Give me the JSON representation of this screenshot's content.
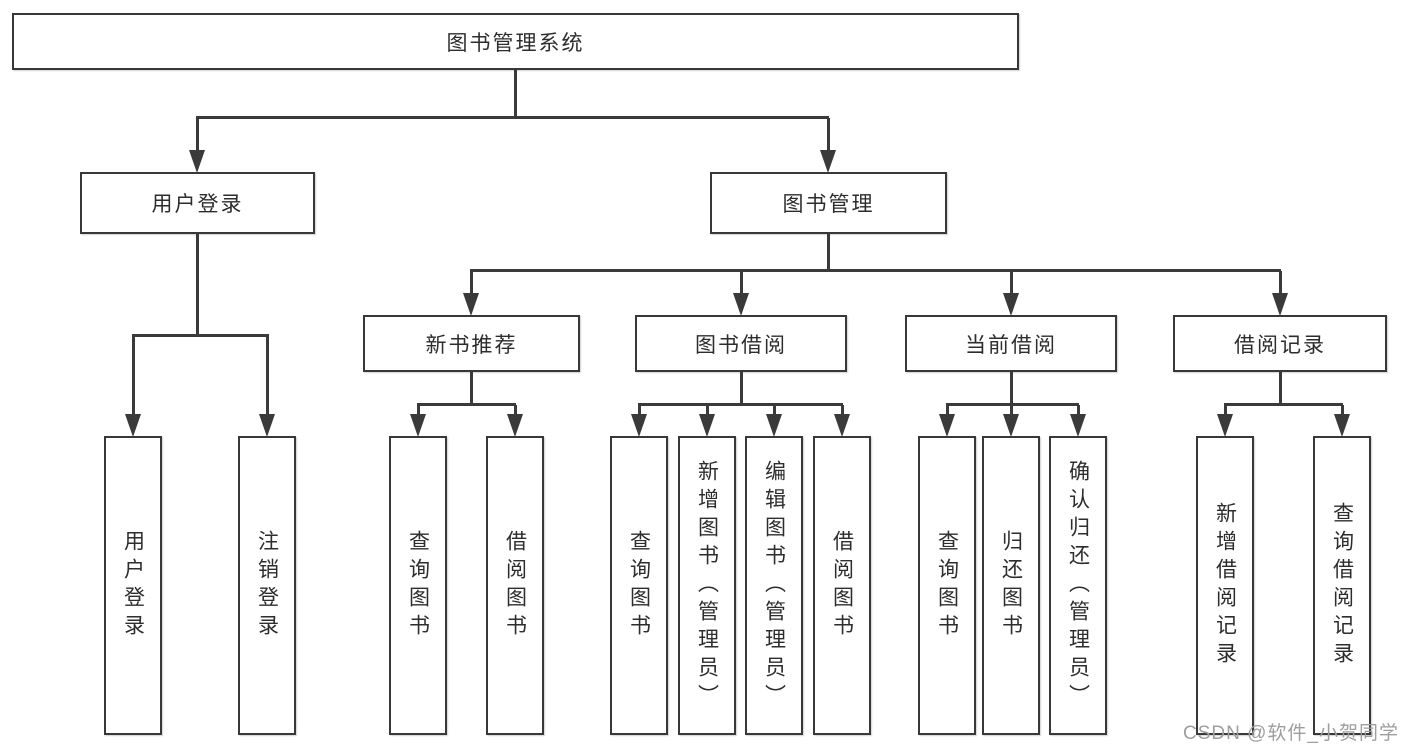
{
  "colors": {
    "line": "#3a3a3a",
    "box_border": "#383838",
    "text": "#2d2d2d",
    "background": "#ffffff",
    "watermark": "#9e9e9e"
  },
  "root": {
    "label": "图书管理系统"
  },
  "level2": [
    {
      "label": "用户登录"
    },
    {
      "label": "图书管理"
    }
  ],
  "level3": [
    {
      "label": "新书推荐"
    },
    {
      "label": "图书借阅"
    },
    {
      "label": "当前借阅"
    },
    {
      "label": "借阅记录"
    }
  ],
  "leaves": {
    "userLogin": [
      {
        "label": "用户登录"
      },
      {
        "label": "注销登录"
      }
    ],
    "newBooks": [
      {
        "label": "查询图书"
      },
      {
        "label": "借阅图书"
      }
    ],
    "bookBorrow": [
      {
        "label": "查询图书"
      },
      {
        "label": "新增图书（管理员）"
      },
      {
        "label": "编辑图书（管理员）"
      },
      {
        "label": "借阅图书"
      }
    ],
    "currentBorrow": [
      {
        "label": "查询图书"
      },
      {
        "label": "归还图书"
      },
      {
        "label": "确认归还（管理员）"
      }
    ],
    "borrowRecords": [
      {
        "label": "新增借阅记录"
      },
      {
        "label": "查询借阅记录"
      }
    ]
  },
  "watermark": {
    "text": "CSDN @软件_小贺同学"
  }
}
